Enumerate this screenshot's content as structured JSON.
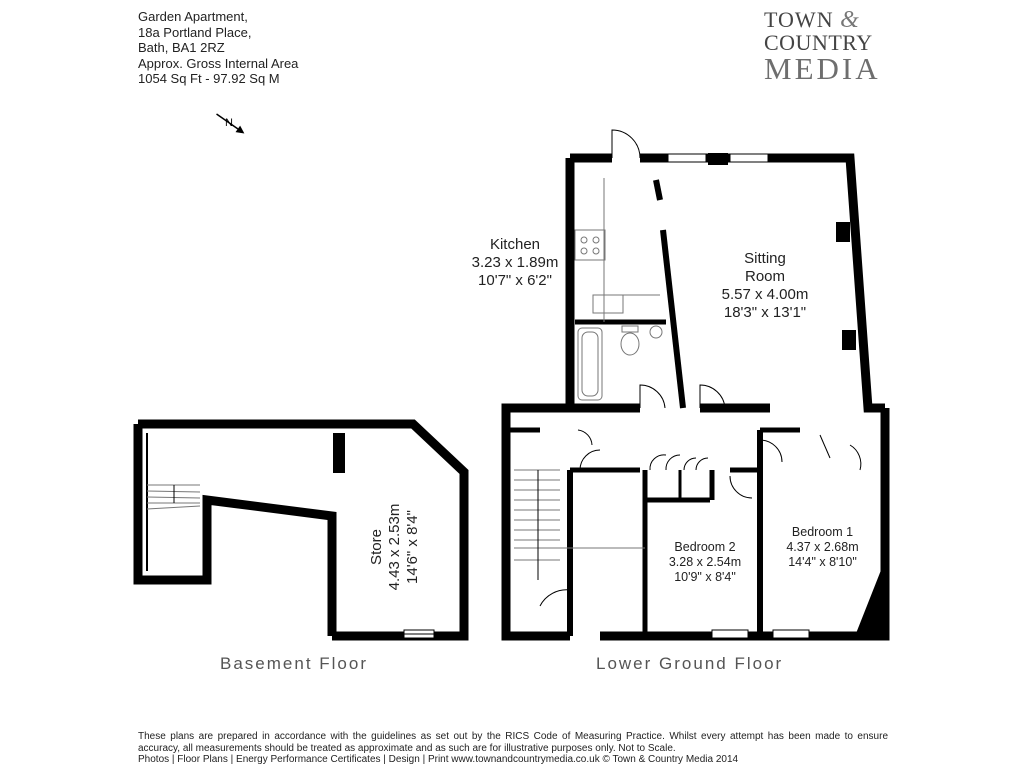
{
  "header": {
    "line1": "Garden Apartment,",
    "line2": "18a Portland Place,",
    "line3": "Bath, BA1 2RZ",
    "line4": "Approx. Gross Internal Area",
    "line5": "1054 Sq Ft  -  97.92 Sq M"
  },
  "logo": {
    "line1": "TOWN",
    "ampersand": "&",
    "line2": "COUNTRY",
    "line3": "MEDIA"
  },
  "compass_label": "N",
  "rooms": {
    "kitchen": {
      "name": "Kitchen",
      "metric": "3.23 x 1.89m",
      "imperial": "10'7\" x 6'2\""
    },
    "sitting": {
      "name1": "Sitting",
      "name2": "Room",
      "metric": "5.57 x 4.00m",
      "imperial": "18'3\" x 13'1\""
    },
    "bedroom2": {
      "name": "Bedroom 2",
      "metric": "3.28 x 2.54m",
      "imperial": "10'9\" x 8'4\""
    },
    "bedroom1": {
      "name": "Bedroom 1",
      "metric": "4.37 x 2.68m",
      "imperial": "14'4\" x 8'10\""
    },
    "store": {
      "name": "Store",
      "metric": "4.43 x 2.53m",
      "imperial": "14'6\" x 8'4\""
    }
  },
  "floors": {
    "basement": "Basement Floor",
    "lower_ground": "Lower Ground Floor"
  },
  "footer": {
    "line1": "These plans are prepared in accordance with the guidelines as set out by the RICS Code of Measuring Practice. Whilst every attempt has been made to ensure accuracy, all measurements should be treated as approximate and as such are for illustrative purposes only. Not to Scale.",
    "line2": "Photos  |  Floor Plans  |  Energy Performance Certificates  |  Design  |  Print  www.townandcountrymedia.co.uk  ©  Town  &  Country  Media  2014"
  },
  "colors": {
    "wall": "#000000",
    "fixture": "#999999",
    "text": "#222222"
  }
}
